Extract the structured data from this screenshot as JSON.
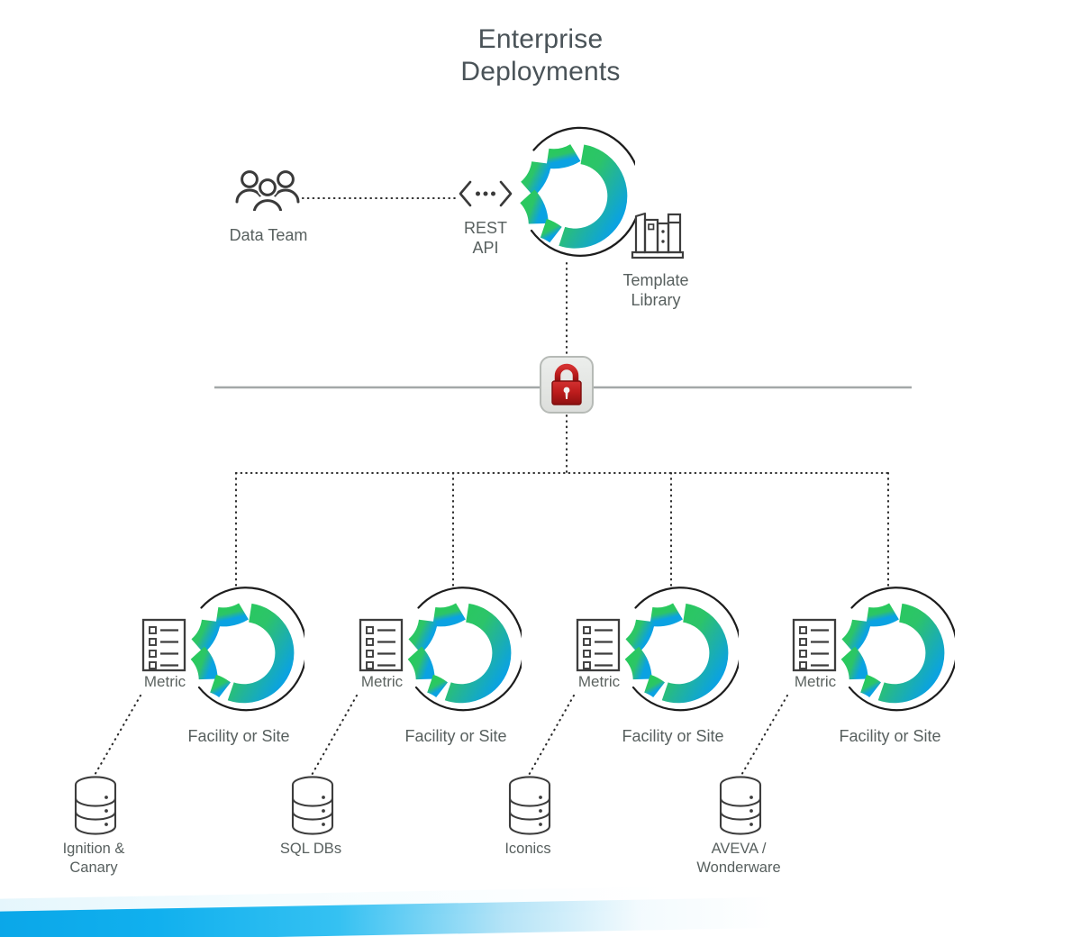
{
  "diagram": {
    "title": "Enterprise\nDeployments",
    "background_color": "#ffffff",
    "text_color": "#58605f"
  },
  "theme": {
    "accent_green": "#2ec765",
    "accent_blue": "#0fa4de",
    "lock_red": "#b81d1d",
    "lock_plate": "#e3e4e2",
    "line_gray": "#9aa0a0",
    "dotted_dark": "#2b2b2b",
    "stripe_blue": "#0aa6e8"
  },
  "top": {
    "data_team": {
      "label": "Data Team",
      "icon": "people-group-icon"
    },
    "rest_api": {
      "label": "REST\nAPI",
      "icon": "code-brackets-icon"
    },
    "central_platform": {
      "label": "",
      "icon": "donut-ring-icon"
    },
    "template_library": {
      "label": "Template\nLibrary",
      "icon": "books-shelf-icon"
    }
  },
  "security_boundary": {
    "icon": "padlock-icon",
    "label": ""
  },
  "facilities": [
    {
      "label": "Facility or Site",
      "metric_label": "Metric",
      "metric_icon": "checklist-icon",
      "ring_icon": "donut-ring-icon",
      "source": {
        "label": "Ignition &\nCanary",
        "icon": "database-icon"
      }
    },
    {
      "label": "Facility or Site",
      "metric_label": "Metric",
      "metric_icon": "checklist-icon",
      "ring_icon": "donut-ring-icon",
      "source": {
        "label": "SQL DBs",
        "icon": "database-icon"
      }
    },
    {
      "label": "Facility or Site",
      "metric_label": "Metric",
      "metric_icon": "checklist-icon",
      "ring_icon": "donut-ring-icon",
      "source": {
        "label": "Iconics",
        "icon": "database-icon"
      }
    },
    {
      "label": "Facility or Site",
      "metric_label": "Metric",
      "metric_icon": "checklist-icon",
      "ring_icon": "donut-ring-icon",
      "source": {
        "label": "AVEVA /\nWonderware",
        "icon": "database-icon"
      }
    }
  ]
}
